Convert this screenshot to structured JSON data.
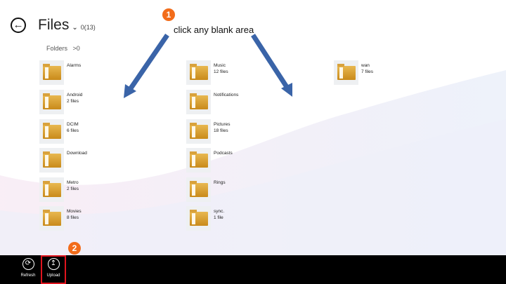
{
  "header": {
    "title": "Files",
    "count": "0(13)",
    "section": "Folders",
    "section_count": ">0"
  },
  "annotation": {
    "text": "click any blank area",
    "step1": "1",
    "step2": "2"
  },
  "folders": [
    {
      "name": "Alarms",
      "sub": ""
    },
    {
      "name": "Android",
      "sub": "2 files"
    },
    {
      "name": "DCIM",
      "sub": "6 files"
    },
    {
      "name": "Download",
      "sub": ""
    },
    {
      "name": "Metro",
      "sub": "2 files"
    },
    {
      "name": "Movies",
      "sub": "8 files"
    },
    {
      "name": "Music",
      "sub": "12 files"
    },
    {
      "name": "Notifications",
      "sub": ""
    },
    {
      "name": "Pictures",
      "sub": "18 files"
    },
    {
      "name": "Podcasts",
      "sub": ""
    },
    {
      "name": "Rings",
      "sub": ""
    },
    {
      "name": "sync.",
      "sub": "1 file"
    },
    {
      "name": "wan",
      "sub": "7 files"
    }
  ],
  "appbar": {
    "refresh": "Refresh",
    "upload": "Upload"
  },
  "colors": {
    "badge": "#f26c1a",
    "arrow": "#3a64a8",
    "highlight": "#e0141e"
  }
}
